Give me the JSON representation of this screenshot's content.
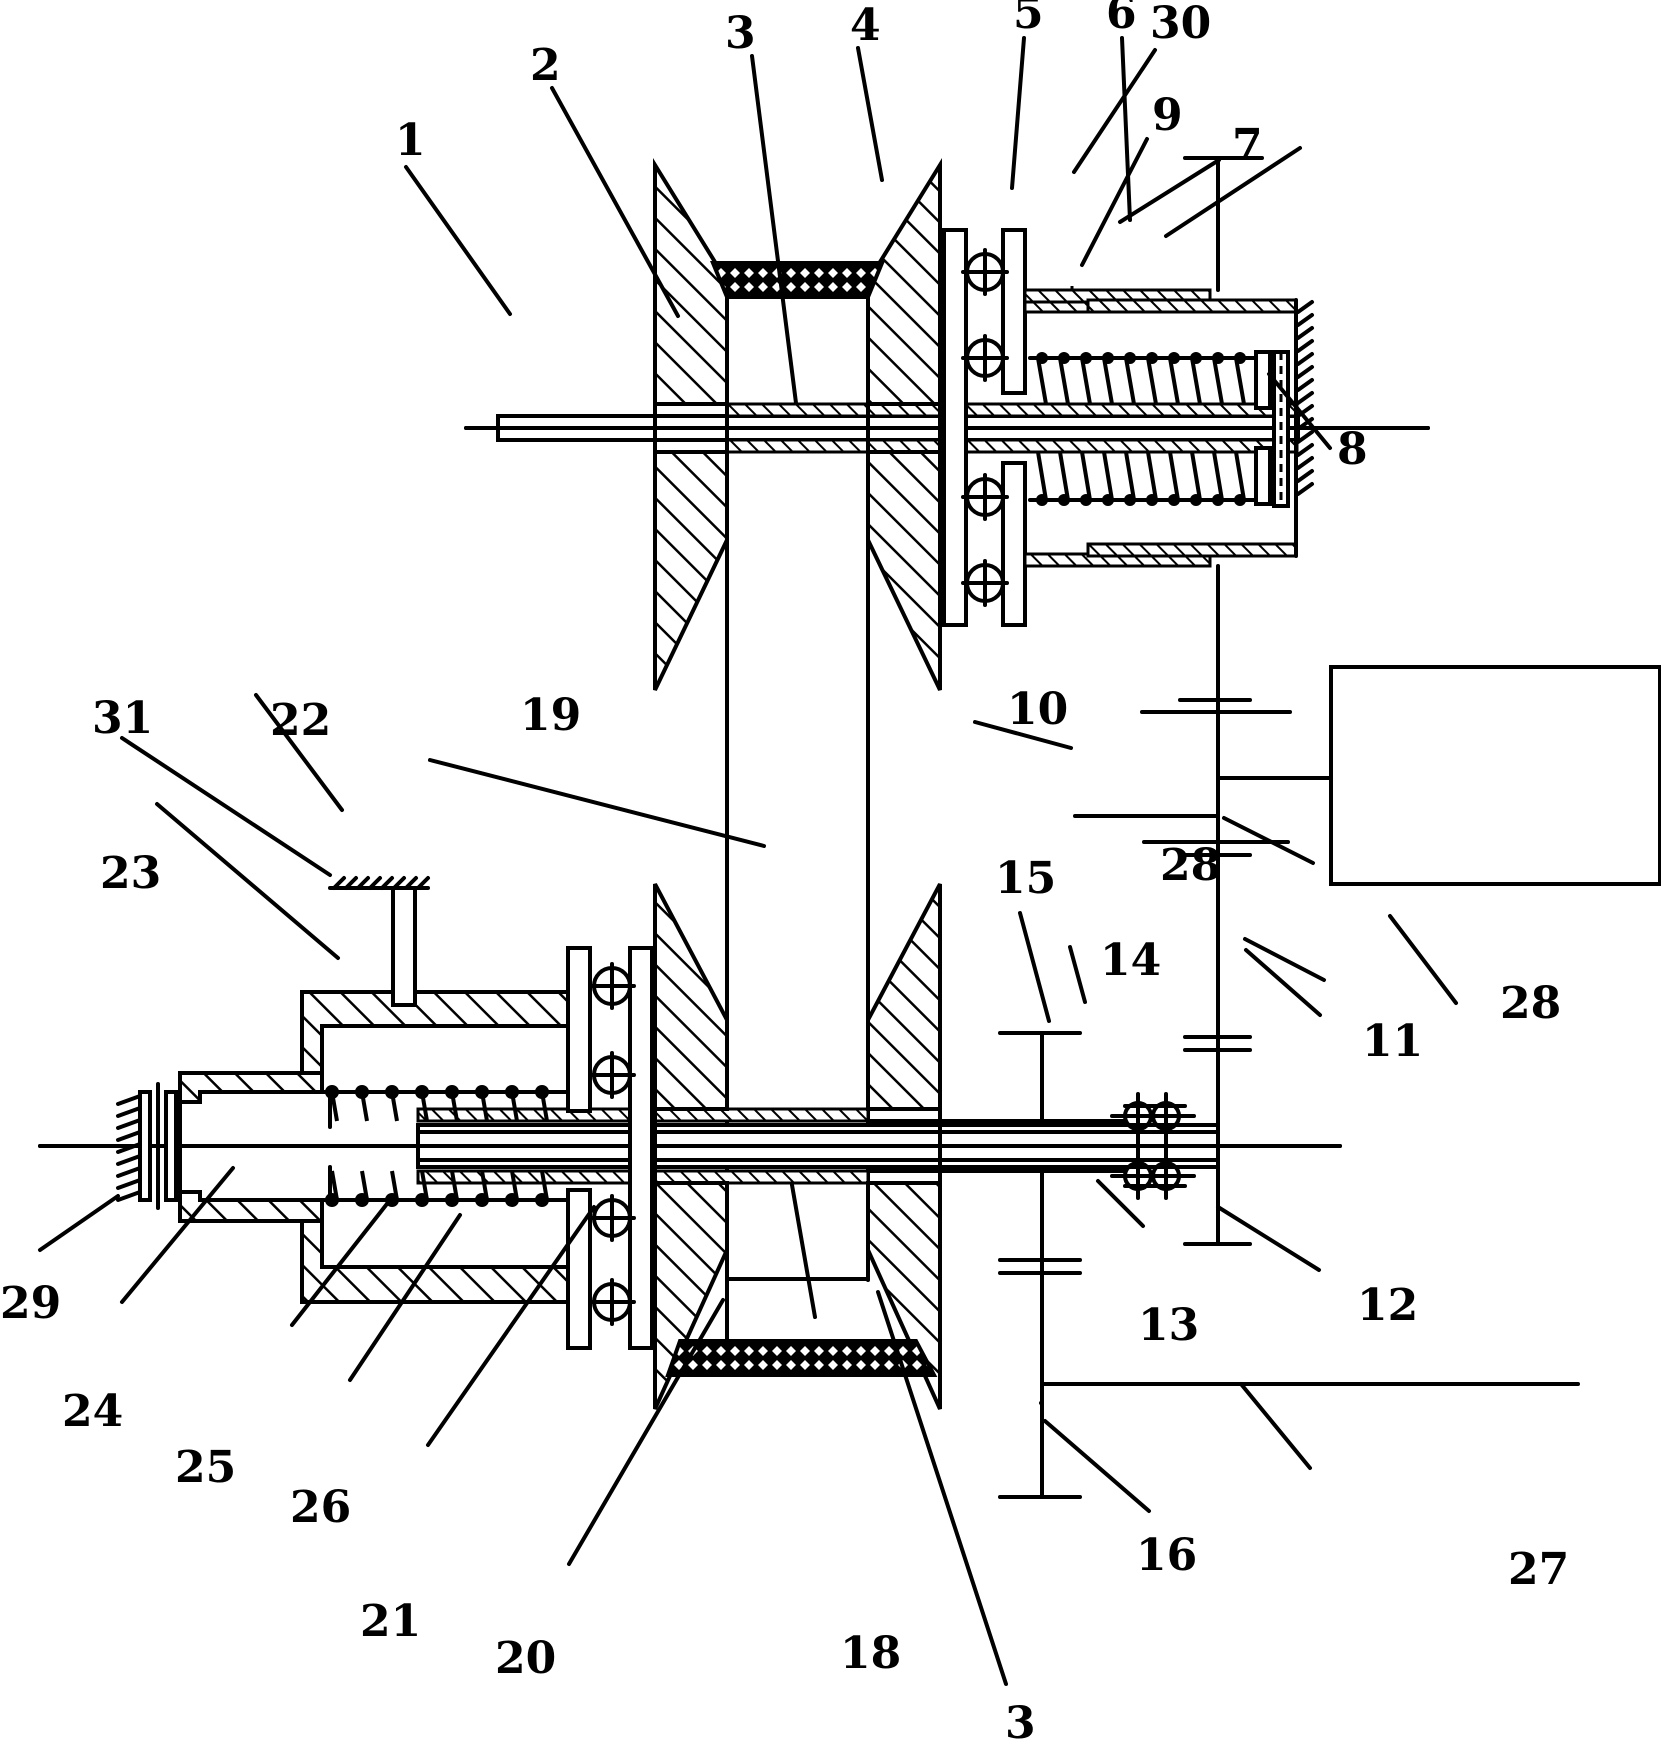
{
  "figure": {
    "type": "mechanical-patent-drawing",
    "colors": {
      "line": "#000000",
      "background": "#ffffff"
    }
  },
  "labels": {
    "l1": "1",
    "l2": "2",
    "l3_top": "3",
    "l3_bottom": "3",
    "l4": "4",
    "l5": "5",
    "l6": "6",
    "l7": "7",
    "l8": "8",
    "l9": "9",
    "l10": "10",
    "l11": "11",
    "l12": "12",
    "l13": "13",
    "l14": "14",
    "l15": "15",
    "l16": "16",
    "l18": "18",
    "l19": "19",
    "l20": "20",
    "l21": "21",
    "l22": "22",
    "l23": "23",
    "l24": "24",
    "l25": "25",
    "l26": "26",
    "l27": "27",
    "l28": "28",
    "l29": "29",
    "l30": "30",
    "l31": "31"
  }
}
